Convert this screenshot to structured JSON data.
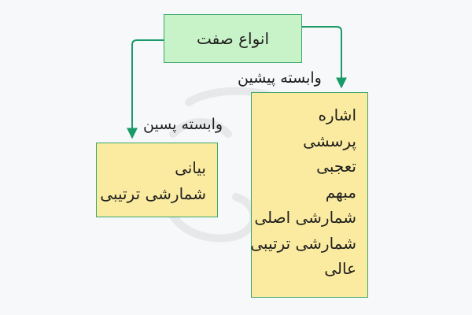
{
  "diagram": {
    "root": {
      "label": "انواع صفت"
    },
    "edges": [
      {
        "label": "وابسته پیشین"
      },
      {
        "label": "وابسته پسین"
      }
    ],
    "right_box": {
      "items": [
        "اشاره",
        "پرسشی",
        "تعجبی",
        "مبهم",
        "شمارشی اصلی",
        "شمارشی ترتیبی",
        "عالی"
      ]
    },
    "left_box": {
      "items": [
        "بیانی",
        "شمارشی ترتیبی"
      ]
    }
  },
  "colors": {
    "root_fill": "#c8f2c8",
    "leaf_fill": "#fbeba0",
    "border": "#3aa76d",
    "connector": "#1a9a68",
    "background": "#f7f8f9"
  }
}
